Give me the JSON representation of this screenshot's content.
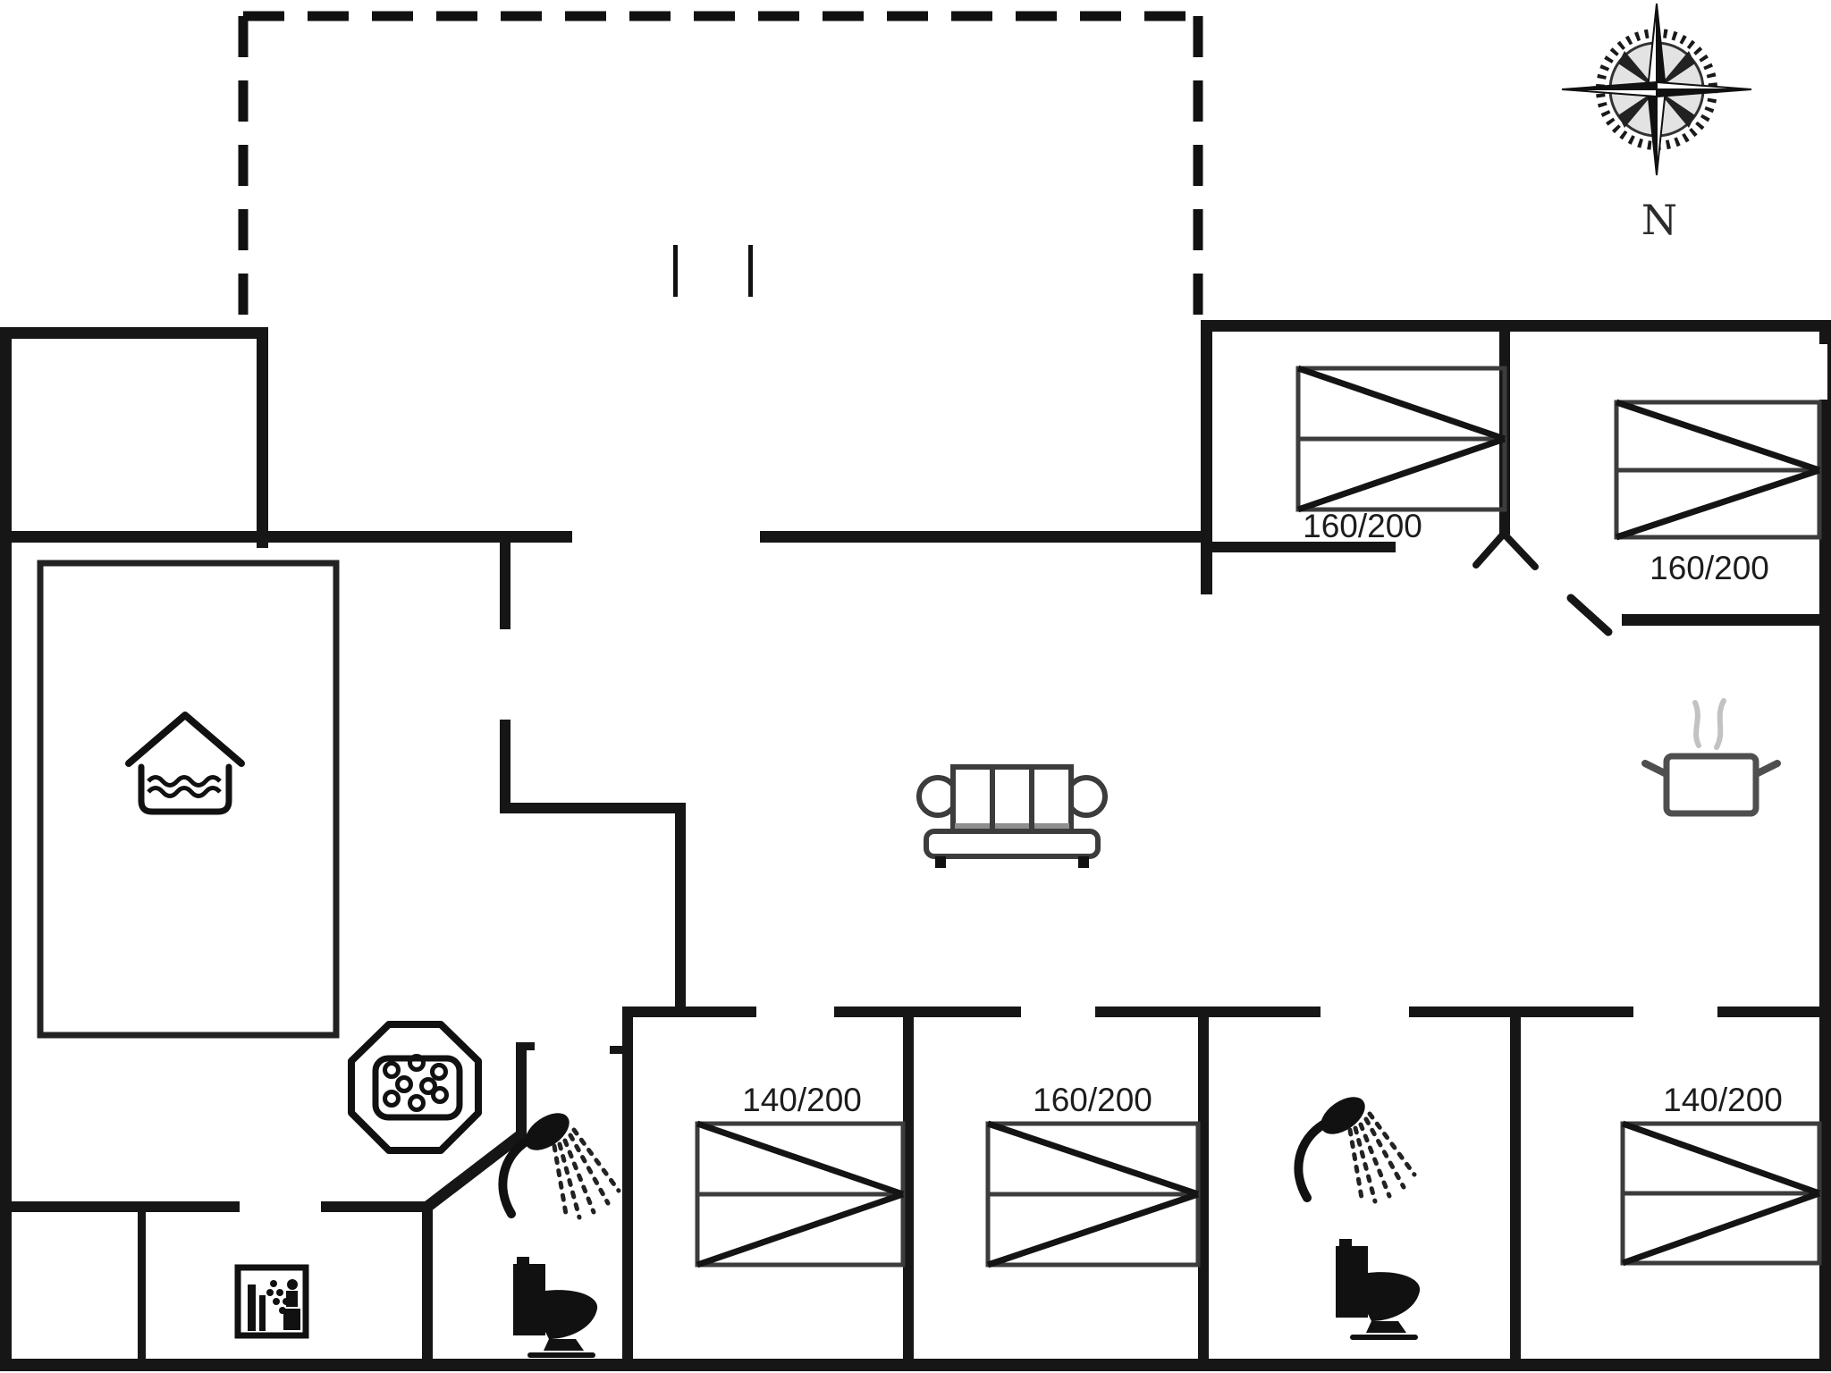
{
  "plan": {
    "type": "vacation-house-floor-plan",
    "compass": {
      "label": "N"
    },
    "beds": [
      {
        "room": "bedroom-top-left",
        "label": "160/200"
      },
      {
        "room": "bedroom-top-right",
        "label": "160/200"
      },
      {
        "room": "bedroom-bottom-1",
        "label": "140/200"
      },
      {
        "room": "bedroom-bottom-2",
        "label": "160/200"
      },
      {
        "room": "bedroom-bottom-3",
        "label": "140/200"
      }
    ],
    "fixtures": [
      "indoor-pool",
      "hot-tub",
      "shower",
      "toilet",
      "shower",
      "toilet",
      "dishwasher",
      "sofa",
      "cooking-pot",
      "compass-rose"
    ],
    "colors": {
      "background": "#ffffff",
      "walls": "#161616",
      "furniture_outline": "#3c3c3c",
      "pot_outline": "#4f4f4f",
      "steam": "#c2c2c2",
      "label_text": "#1c1c1c"
    }
  }
}
